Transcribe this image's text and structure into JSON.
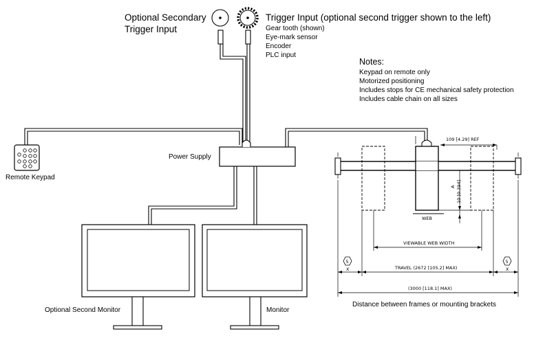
{
  "labels": {
    "secondary_trigger": [
      "Optional Secondary",
      "Trigger Input"
    ],
    "trigger_input": "Trigger Input (optional second trigger shown to the left)",
    "trigger_options": [
      "Gear tooth (shown)",
      "Eye-mark sensor",
      "Encoder",
      "PLC input"
    ],
    "notes_title": "Notes:",
    "notes": [
      "Keypad on remote only",
      "Motorized positioning",
      "Includes stops for CE mechanical safety protection",
      "Includes cable chain on all sizes"
    ],
    "power_supply": "Power Supply",
    "remote_keypad": "Remote Keypad",
    "optional_second_monitor": "Optional Second Monitor",
    "monitor": "Monitor",
    "distance_caption": "Distance between frames or mounting brackets"
  },
  "dimensions": {
    "ref": "109 [4.29] REF",
    "a_label": "A",
    "a_value": "10 [0.394]",
    "web": "WEB",
    "viewable_web_width": "VIEWABLE WEB WIDTH",
    "travel": "TRAVEL (2672 [105.2] MAX)",
    "overall": "(3000 [118.1] MAX)",
    "x_number": "5",
    "x_label": "X"
  }
}
